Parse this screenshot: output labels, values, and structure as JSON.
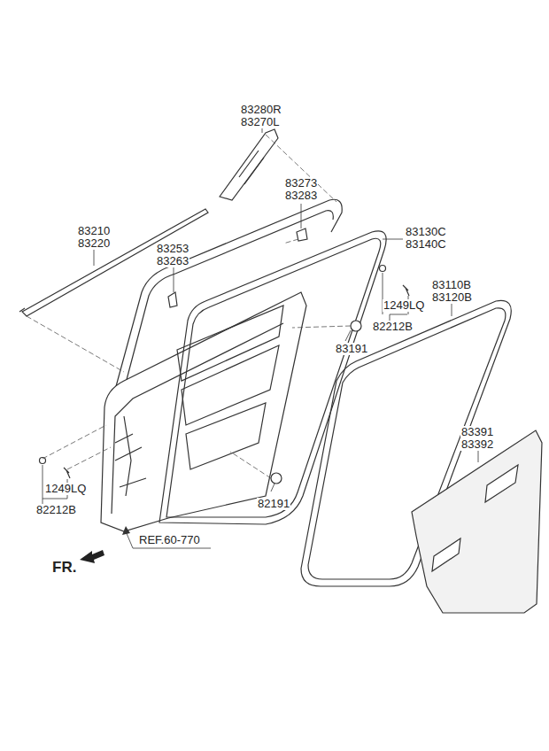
{
  "diagram": {
    "labels": [
      "83280R",
      "83270L",
      "83273",
      "83283",
      "83210",
      "83220",
      "83253",
      "83263",
      "83130C",
      "83140C",
      "83110B",
      "83120B",
      "1249LQ",
      "82212B",
      "83191",
      "83391",
      "83392",
      "1249LQ",
      "82212B",
      "82191",
      "REF.60-770",
      "FR."
    ]
  }
}
